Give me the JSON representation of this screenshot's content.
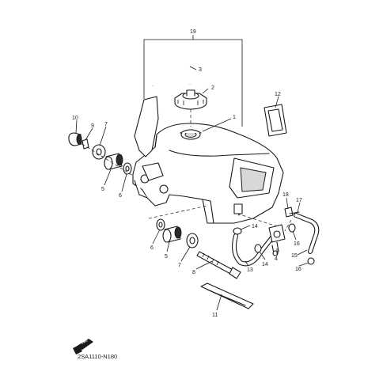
{
  "diagram": {
    "callouts": [
      {
        "id": "19",
        "label": "19"
      },
      {
        "id": "3",
        "label": "3"
      },
      {
        "id": "2",
        "label": "2"
      },
      {
        "id": "12",
        "label": "12"
      },
      {
        "id": "1",
        "label": "1"
      },
      {
        "id": "10",
        "label": "10"
      },
      {
        "id": "9",
        "label": "9"
      },
      {
        "id": "7a",
        "label": "7"
      },
      {
        "id": "5a",
        "label": "5"
      },
      {
        "id": "6a",
        "label": "6"
      },
      {
        "id": "18",
        "label": "18"
      },
      {
        "id": "17",
        "label": "17"
      },
      {
        "id": "14a",
        "label": "14"
      },
      {
        "id": "4",
        "label": "4"
      },
      {
        "id": "14b",
        "label": "14"
      },
      {
        "id": "16a",
        "label": "16"
      },
      {
        "id": "15",
        "label": "15"
      },
      {
        "id": "16b",
        "label": "16"
      },
      {
        "id": "6b",
        "label": "6"
      },
      {
        "id": "5b",
        "label": "5"
      },
      {
        "id": "7b",
        "label": "7"
      },
      {
        "id": "8",
        "label": "8"
      },
      {
        "id": "13",
        "label": "13"
      },
      {
        "id": "11",
        "label": "11"
      }
    ],
    "direction_badge": "FWD",
    "drawing_code": "2SA1110-N180"
  }
}
